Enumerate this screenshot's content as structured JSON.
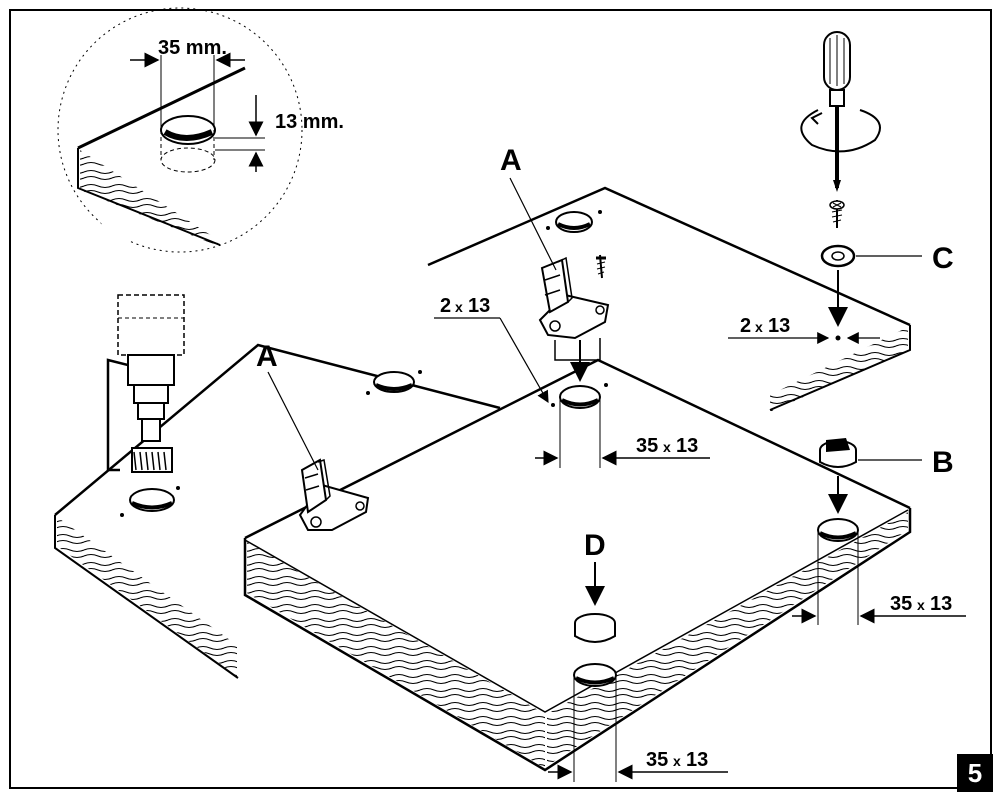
{
  "labels": {
    "part_a": "A",
    "part_b": "B",
    "part_c": "C",
    "part_d": "D"
  },
  "detail": {
    "diameter": "35 mm.",
    "depth": "13 mm."
  },
  "dimensions": {
    "screw_hole_top": {
      "value": "2",
      "times": "x",
      "depth": "13"
    },
    "screw_hole_right": {
      "value": "2",
      "times": "x",
      "depth": "13"
    },
    "cup_hinge_center": {
      "value": "35",
      "times": "x",
      "depth": "13"
    },
    "cup_b_right": {
      "value": "35",
      "times": "x",
      "depth": "13"
    },
    "cup_d_bottom": {
      "value": "35",
      "times": "x",
      "depth": "13"
    }
  },
  "step_number": "5"
}
